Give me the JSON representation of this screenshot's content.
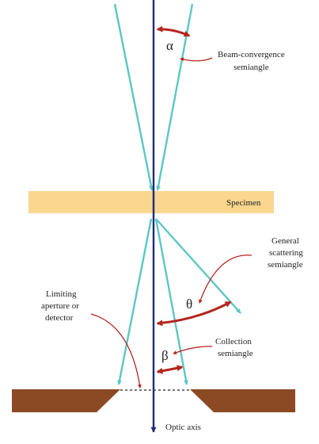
{
  "labels": {
    "alpha": "α",
    "beam_convergence_line1": "Beam-convergence",
    "beam_convergence_line2": "semiangle",
    "specimen": "Specimen",
    "general_line1": "General",
    "general_line2": "scattering",
    "general_line3": "semiangle",
    "theta": "θ",
    "limiting_line1": "Limiting",
    "limiting_line2": "aperture or",
    "limiting_line3": "detector",
    "beta": "β",
    "collection_line1": "Collection",
    "collection_line2": "semiangle",
    "optic_axis": "Optic axis"
  },
  "colors": {
    "optic_axis": "#1f2a7a",
    "beam": "#5cc6c6",
    "angle_arrow": "#b3261e",
    "pointer": "#b3261e",
    "specimen": "#fbd68e",
    "aperture": "#8b4a24",
    "text": "#222222"
  }
}
